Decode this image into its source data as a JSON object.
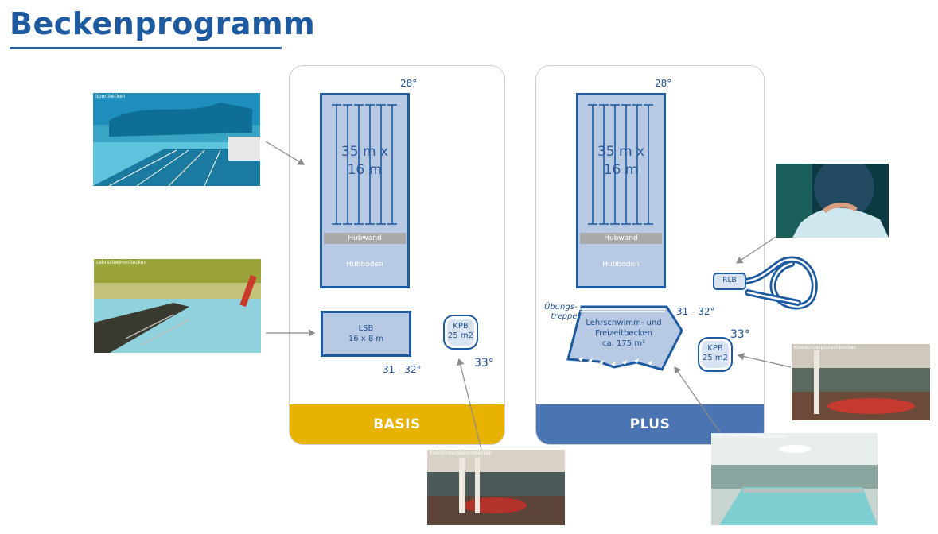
{
  "page": {
    "title": "Beckenprogramm"
  },
  "basis": {
    "footer": "BASIS",
    "main_pool": {
      "temp": "28°",
      "size_line1": "35 m x",
      "size_line2": "16 m",
      "wall": "Hubwand",
      "floor": "Hubboden"
    },
    "lsb": {
      "name": "LSB",
      "size": "16 x 8 m",
      "temp": "31 - 32°"
    },
    "kpb": {
      "name": "KPB",
      "size": "25 m2",
      "temp": "33°"
    }
  },
  "plus": {
    "footer": "PLUS",
    "main_pool": {
      "temp": "28°",
      "size_line1": "35 m x",
      "size_line2": "16 m",
      "wall": "Hubwand",
      "floor": "Hubboden"
    },
    "stairs_label_1": "Übungs-",
    "stairs_label_2": "treppe",
    "lfb": {
      "line1": "Lehrschwimm- und",
      "line2": "Freizeitbecken",
      "line3": "ca. 175 m²",
      "temp": "31 - 32°"
    },
    "kpb": {
      "name": "KPB",
      "size": "25 m2",
      "temp": "33°"
    },
    "rlb": {
      "name": "RLB"
    }
  },
  "photos": {
    "sport": "Sportbecken",
    "lehr": "Lehrschwimmbecken",
    "klein": "Kleinkinderplanschbecken",
    "klein2": "Kleinkinderplanschbecken",
    "lehr2": "Lehr-Schwimm-/Freizeitbecken"
  },
  "colors": {
    "brand": "#1e5aa0",
    "basis": "#e8b300",
    "plus": "#4a74b2",
    "pool_fill": "#b7c9e3"
  }
}
